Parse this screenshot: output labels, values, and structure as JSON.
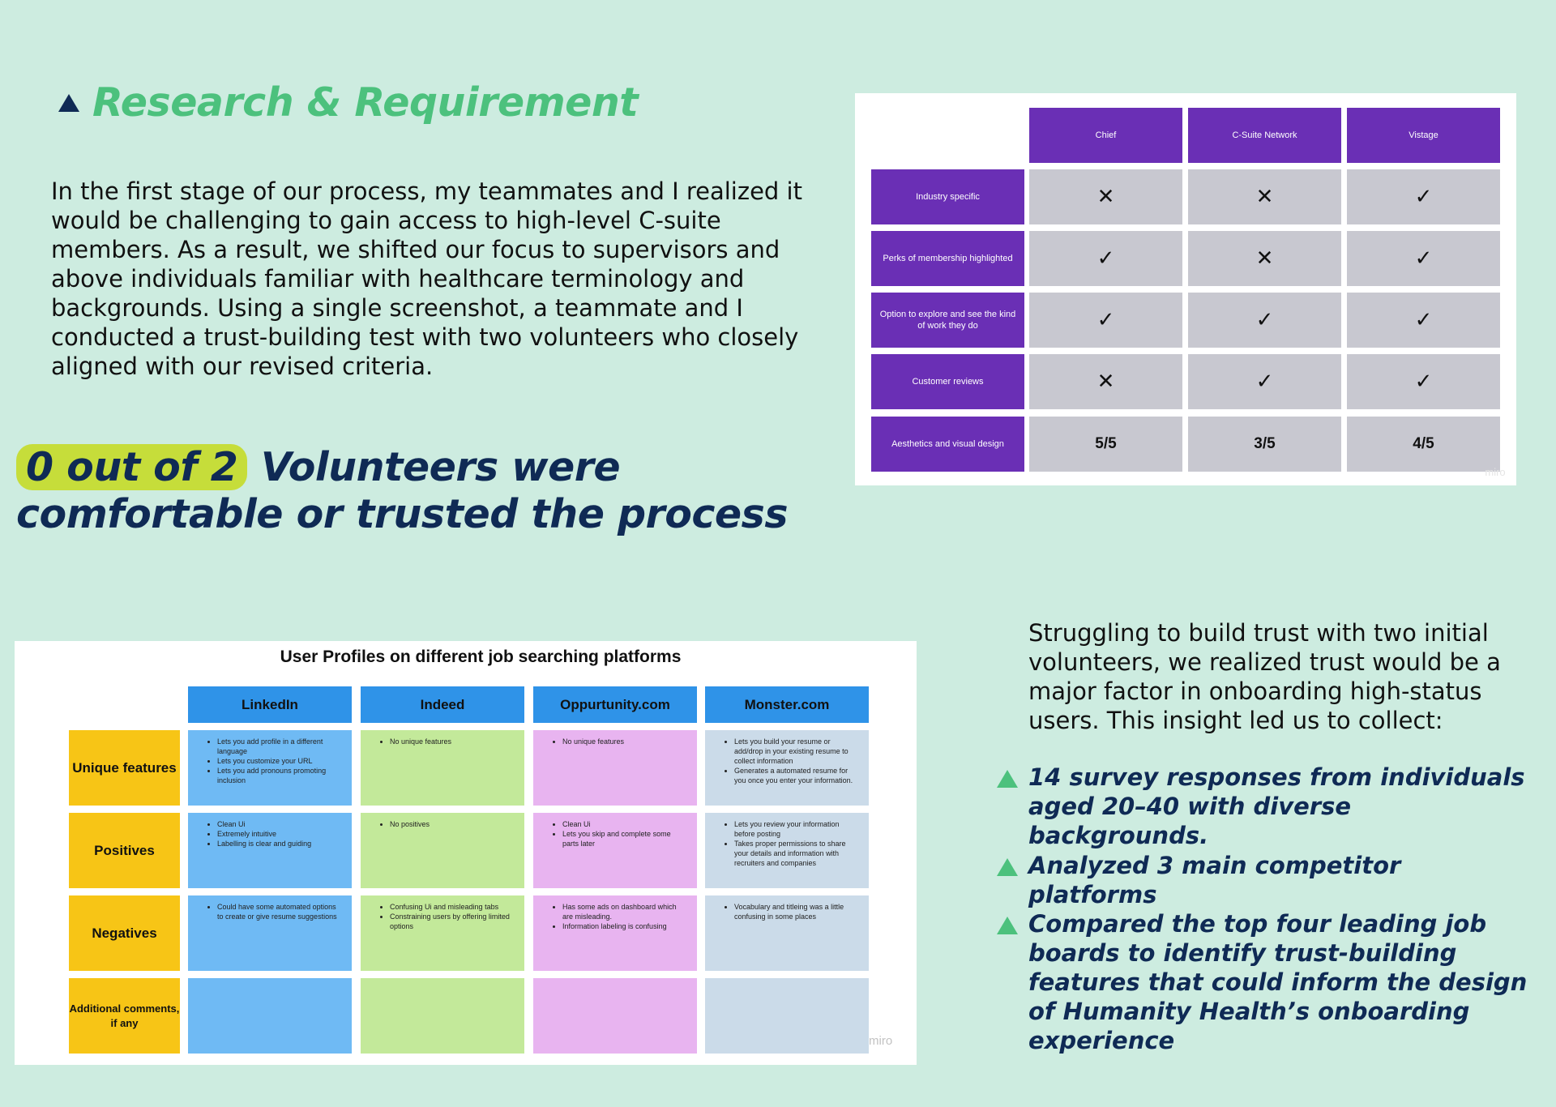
{
  "heading": {
    "title": "Research & Requirement"
  },
  "intro": "In the first stage of our process, my teammates and I realized it would be challenging to gain access to high-level C-suite members. As a result, we shifted our focus to supervisors and above individuals familiar with healthcare terminology and backgrounds. Using a single screenshot, a teammate and I conducted a trust-building test with two volunteers who closely aligned with our revised criteria.",
  "stat": {
    "highlight": "0 out of 2",
    "rest": " Volunteers were comfortable or trusted the process"
  },
  "compare": {
    "columns": [
      "Chief",
      "C-Suite Network",
      "Vistage"
    ],
    "rows": [
      {
        "label": "Industry specific",
        "values": [
          "✕",
          "✕",
          "✓"
        ]
      },
      {
        "label": "Perks of membership highlighted",
        "values": [
          "✓",
          "✕",
          "✓"
        ]
      },
      {
        "label": "Option to explore and see the kind of work they do",
        "values": [
          "✓",
          "✓",
          "✓"
        ]
      },
      {
        "label": "Customer reviews",
        "values": [
          "✕",
          "✓",
          "✓"
        ]
      },
      {
        "label": "Aesthetics and visual design",
        "values": [
          "5/5",
          "3/5",
          "4/5"
        ]
      }
    ],
    "watermark": "miro"
  },
  "profiles": {
    "title": "User Profiles on different  job searching platforms",
    "columns": [
      "LinkedIn",
      "Indeed",
      "Oppurtunity.com",
      "Monster.com"
    ],
    "rows": [
      {
        "label": "Unique features",
        "cells": [
          [
            "Lets you add profile in a different language",
            "Lets you customize your URL",
            "Lets you add pronouns promoting inclusion"
          ],
          [
            "No unique features"
          ],
          [
            "No unique features"
          ],
          [
            "Lets you build your resume or add/drop in your existing resume to collect information",
            "Generates a automated resume for you once you enter your information."
          ]
        ]
      },
      {
        "label": "Positives",
        "cells": [
          [
            "Clean Ui",
            "Extremely intuitive",
            "Labelling is clear and guiding"
          ],
          [
            "No positives"
          ],
          [
            "Clean Ui",
            "Lets you skip and complete some parts later"
          ],
          [
            "Lets you review your information before posting",
            "Takes proper permissions to share your details and information with recruiters and companies"
          ]
        ]
      },
      {
        "label": "Negatives",
        "cells": [
          [
            "Could have some automated options to create or give resume suggestions"
          ],
          [
            "Confusing Ui and misleading tabs",
            "Constraining users by offering limited options"
          ],
          [
            "Has some ads on dashboard which are misleading.",
            "Information labeling is confusing"
          ],
          [
            "Vocabulary and titleing was a little confusing in some places"
          ]
        ]
      },
      {
        "label": "Additional comments, if any",
        "cells": [
          [],
          [],
          [],
          []
        ]
      }
    ],
    "watermark": "miro"
  },
  "struggle": "Struggling to build trust with two initial volunteers, we realized trust would be a major factor in onboarding high-status users. This insight led us to collect:",
  "bullets": [
    " 14 survey responses from individuals aged 20–40 with diverse backgrounds.",
    "Analyzed 3 main competitor platforms",
    "Compared the top four leading job boards to identify trust-building features that could inform the design of Humanity Health’s onboarding experience"
  ],
  "colors": {
    "accent_green": "#4cc17d",
    "navy": "#0f2a55",
    "highlight": "#c6dd3a",
    "purple": "#6a2fb5",
    "background": "#cdece0"
  }
}
